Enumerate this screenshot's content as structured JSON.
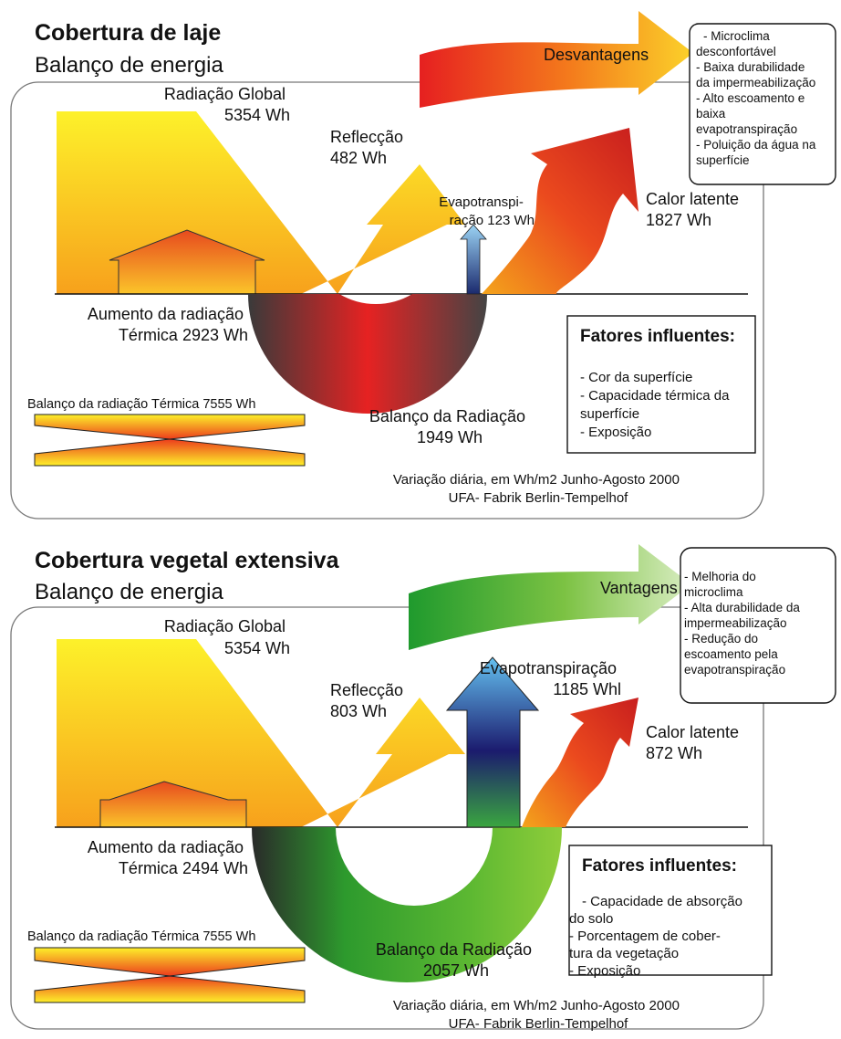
{
  "panels": [
    {
      "id": "laje",
      "title": "Cobertura de laje",
      "subtitle": "Balanço de energia",
      "radiacao_global": [
        "Radiação Global",
        "5354 Wh"
      ],
      "reflexao": [
        "Reflecção",
        "482 Wh"
      ],
      "evapo": [
        "Evapotranspi-",
        "ração 123 Wh"
      ],
      "calor": [
        "Calor latente",
        "1827 Wh"
      ],
      "aumento": [
        "Aumento da radiação",
        "Térmica 2923 Wh"
      ],
      "balanco_termica": "Balanço da radiação Térmica 7555 Wh",
      "balanco_radiacao": [
        "Balanço da Radiação",
        "1949 Wh"
      ],
      "footer": [
        "Variação diária, em Wh/m2 Junho-Agosto 2000",
        "UFA- Fabrik Berlin-Tempelhof"
      ],
      "arrow_label": "Desvantagens",
      "box_lines": [
        "- Microclima",
        "desconfortável",
        "- Baixa durabilidade",
        "da impermeabilização",
        "- Alto escoamento e",
        "baixa",
        "evapotranspiração",
        "- Poluição da água na",
        "superfície"
      ],
      "fatores_title": "Fatores influentes:",
      "fatores_lines": [
        "- Cor da superfície",
        "- Capacidade térmica da",
        "superfície",
        "- Exposição"
      ]
    },
    {
      "id": "vegetal",
      "title": "Cobertura vegetal extensiva",
      "subtitle": "Balanço de energia",
      "radiacao_global": [
        "Radiação Global",
        "5354 Wh"
      ],
      "reflexao": [
        "Reflecção",
        "803 Wh"
      ],
      "evapo": [
        "Evapotranspiração",
        "1185 Whl"
      ],
      "calor": [
        "Calor latente",
        "872 Wh"
      ],
      "aumento": [
        "Aumento da radiação",
        "Térmica 2494 Wh"
      ],
      "balanco_termica": "Balanço da radiação Térmica 7555 Wh",
      "balanco_radiacao": [
        "Balanço da Radiação",
        "2057 Wh"
      ],
      "footer": [
        "Variação diária, em Wh/m2 Junho-Agosto 2000",
        "UFA- Fabrik Berlin-Tempelhof"
      ],
      "arrow_label": "Vantagens",
      "box_lines": [
        "- Melhoria do",
        "microclima",
        "- Alta durabilidade da",
        "impermeabilização",
        "- Redução do",
        "escoamento pela",
        "evapotranspiração"
      ],
      "fatores_title": "Fatores influentes:",
      "fatores_lines": [
        "- Capacidade de absorção",
        "do solo",
        "- Porcentagem de cober-",
        "tura da vegetação",
        "- Exposição"
      ]
    }
  ]
}
